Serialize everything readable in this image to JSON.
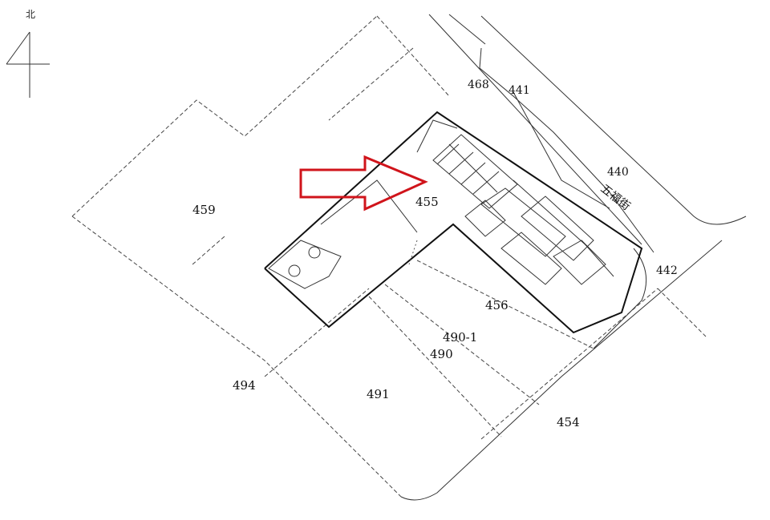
{
  "north_label": "北",
  "street_name": "五福街",
  "highlight_color": "#d0141b",
  "target_parcel": "455",
  "parcels": [
    {
      "id": "p459",
      "label": "459"
    },
    {
      "id": "p468",
      "label": "468"
    },
    {
      "id": "p441",
      "label": "441"
    },
    {
      "id": "p440",
      "label": "440"
    },
    {
      "id": "p455",
      "label": "455"
    },
    {
      "id": "p442",
      "label": "442"
    },
    {
      "id": "p456",
      "label": "456"
    },
    {
      "id": "p490-1",
      "label": "490-1"
    },
    {
      "id": "p490",
      "label": "490"
    },
    {
      "id": "p494",
      "label": "494"
    },
    {
      "id": "p491",
      "label": "491"
    },
    {
      "id": "p454",
      "label": "454"
    }
  ]
}
